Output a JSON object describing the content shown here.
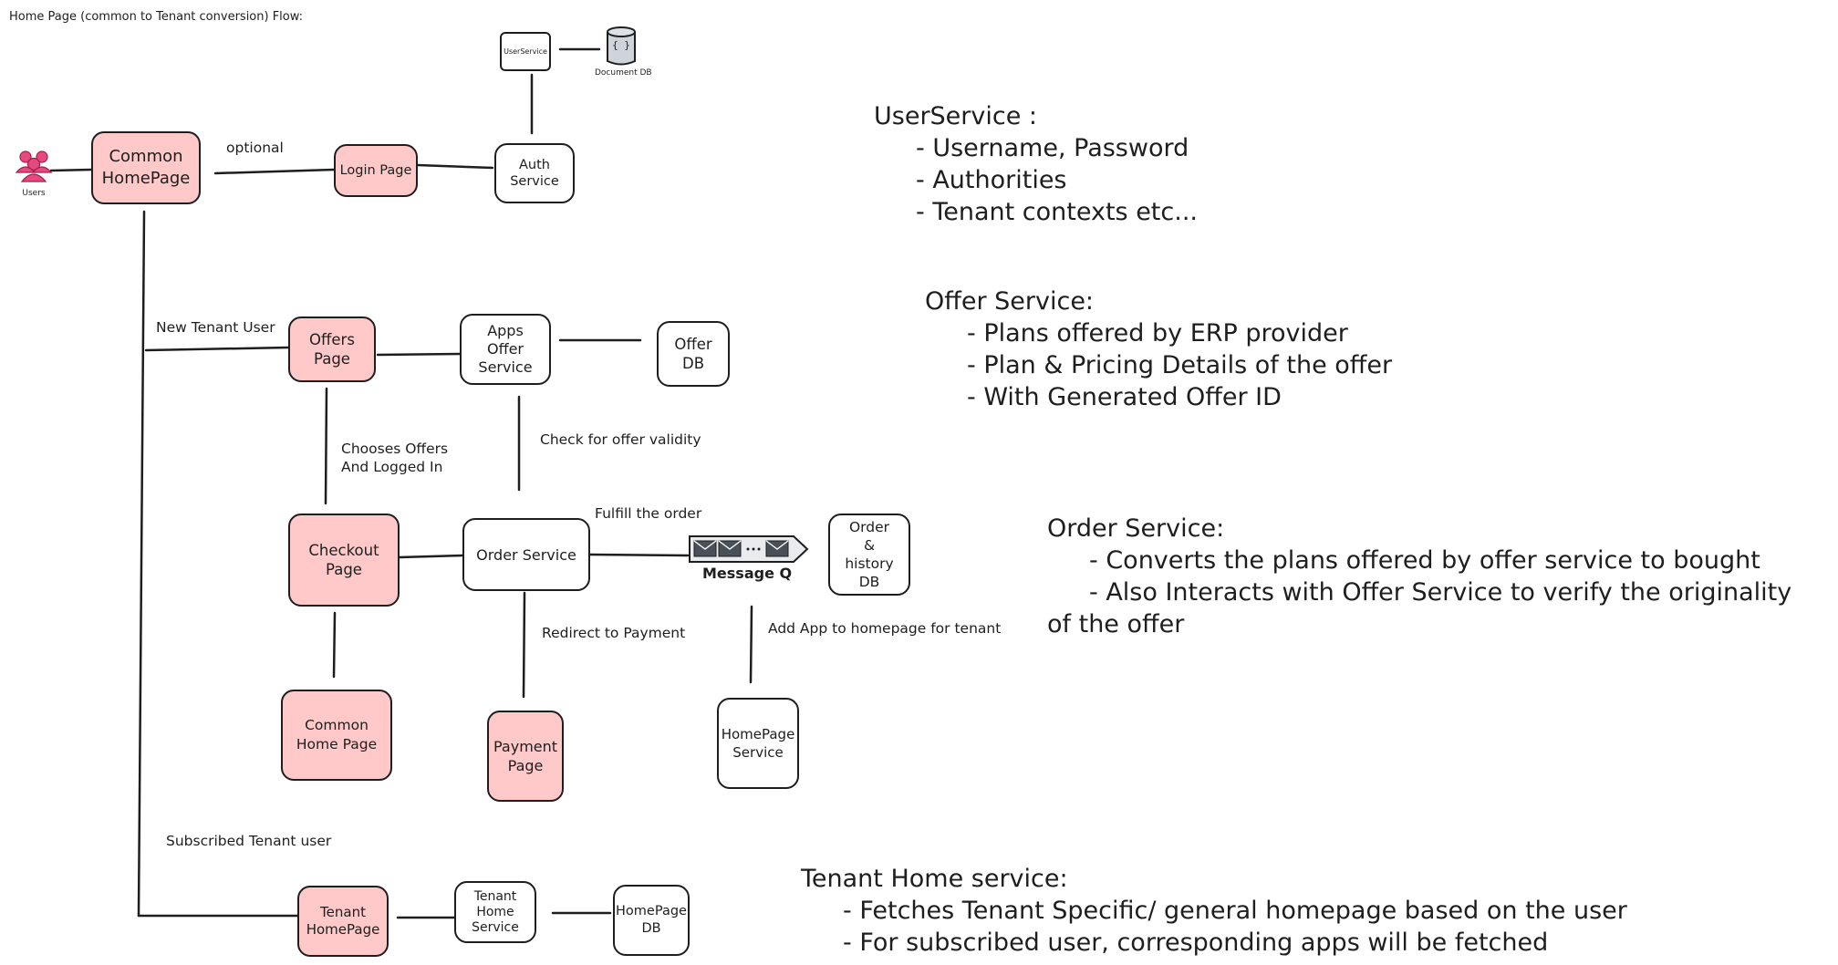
{
  "title": "Home Page (common to Tenant conversion)  Flow:",
  "nodes": {
    "users": "Users",
    "common_homepage": "Common HomePage",
    "login_page": "Login Page",
    "auth_service": "Auth Service",
    "user_service": "UserService",
    "document_db": "Document DB",
    "document_db_icon": "{ }",
    "offers_page": "Offers Page",
    "apps_offer_service": "Apps Offer Service",
    "offer_db": "Offer DB",
    "checkout_page": "Checkout Page",
    "order_service": "Order Service",
    "message_q": "Message Q",
    "order_history_db": "Order & history DB",
    "common_home_page": "Common Home Page",
    "payment_page": "Payment Page",
    "homepage_service": "HomePage Service",
    "tenant_homepage": "Tenant HomePage",
    "tenant_home_service": "Tenant Home Service",
    "homepage_db": "HomePage DB"
  },
  "edge_labels": {
    "optional": "optional",
    "new_tenant_user": "New Tenant User",
    "chooses_offers_1": "Chooses Offers",
    "chooses_offers_2": "And Logged In",
    "check_validity": "Check for offer validity",
    "fulfill_order": "Fulfill the order",
    "redirect_payment": "Redirect to Payment",
    "add_app": "Add App to homepage for tenant",
    "subscribed_tenant": "Subscribed Tenant user"
  },
  "notes": {
    "user_service": {
      "heading": "UserService :",
      "items": [
        "- Username, Password",
        "- Authorities",
        "- Tenant contexts etc..."
      ]
    },
    "offer_service": {
      "heading": "Offer Service:",
      "items": [
        "- Plans offered by ERP provider",
        "- Plan & Pricing Details  of the offer",
        "- With Generated Offer ID"
      ]
    },
    "order_service": {
      "heading": "Order Service:",
      "items": [
        "- Converts the plans offered by offer service to bought",
        "- Also Interacts with Offer Service to verify the originality"
      ],
      "continuation": "of the offer"
    },
    "tenant_home_service": {
      "heading": "Tenant Home service:",
      "items": [
        "- Fetches Tenant Specific/ general homepage based on the user",
        "- For subscribed user, corresponding apps will be fetched"
      ]
    }
  },
  "colors": {
    "pink_fill": "#ffc9c9",
    "stroke": "#1e1e1e",
    "users_icon": "#e64980",
    "db_fill": "#ced4da"
  }
}
